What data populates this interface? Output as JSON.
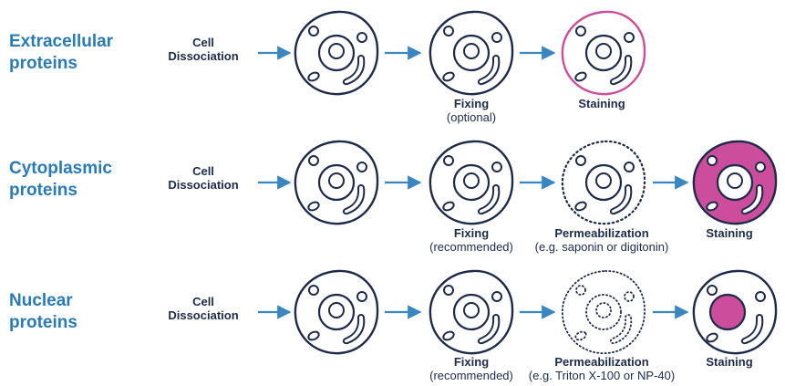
{
  "rows": [
    {
      "title": "Extracellular\nproteins",
      "dissociation": "Cell\nDissociation",
      "steps": [
        {
          "label": "Fixing",
          "sub": "(optional)"
        },
        {
          "label": "Staining",
          "sub": ""
        }
      ]
    },
    {
      "title": "Cytoplasmic\nproteins",
      "dissociation": "Cell\nDissociation",
      "steps": [
        {
          "label": "Fixing",
          "sub": "(recommended)"
        },
        {
          "label": "Permeabilization",
          "sub": "(e.g. saponin or digitonin)"
        },
        {
          "label": "Staining",
          "sub": ""
        }
      ]
    },
    {
      "title": "Nuclear\nproteins",
      "dissociation": "Cell\nDissociation",
      "steps": [
        {
          "label": "Fixing",
          "sub": "(recommended)"
        },
        {
          "label": "Permeabilization",
          "sub": "(e.g. Triton X-100 or NP-40)"
        },
        {
          "label": "Staining",
          "sub": ""
        }
      ]
    }
  ],
  "colors": {
    "title": "#2a7ab8",
    "arrow": "#3a86c0",
    "outline": "#1d2a4a",
    "stain": "#cc4d9c"
  }
}
